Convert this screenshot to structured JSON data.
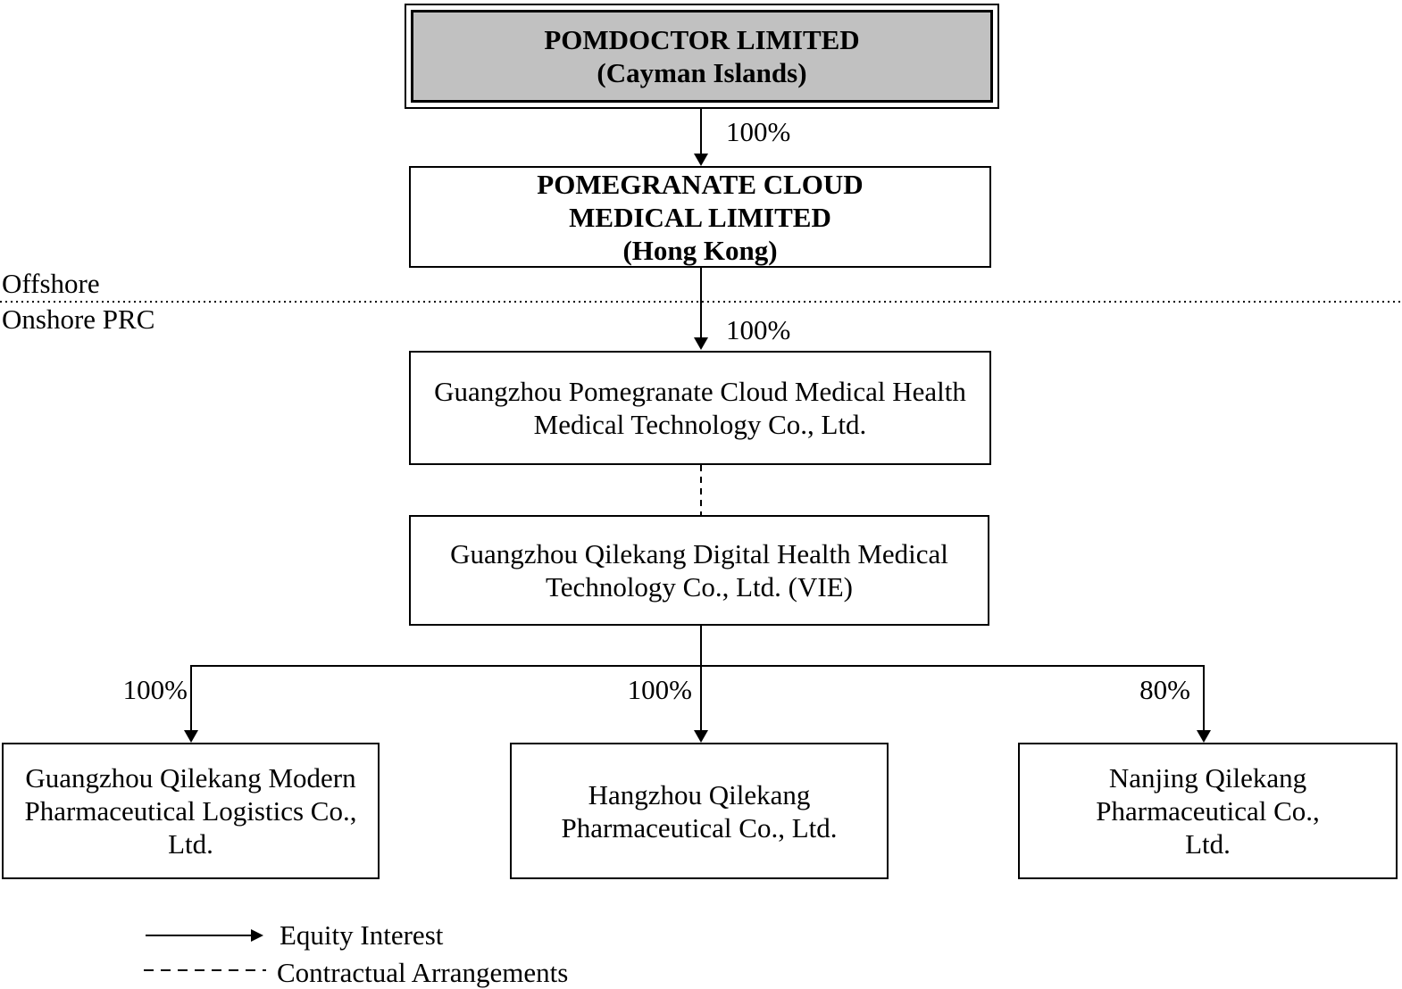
{
  "diagram": {
    "region_divider": {
      "offshore_label": "Offshore",
      "onshore_label": "Onshore PRC"
    },
    "nodes": {
      "parent": {
        "lines": [
          "POMDOCTOR LIMITED",
          "(Cayman Islands)"
        ]
      },
      "hk": {
        "lines": [
          "POMEGRANATE CLOUD",
          "MEDICAL LIMITED",
          "(Hong Kong)"
        ]
      },
      "wfoe": {
        "lines": [
          "Guangzhou Pomegranate Cloud Medical Health",
          "Medical Technology Co., Ltd."
        ]
      },
      "vie": {
        "lines": [
          "Guangzhou Qilekang Digital Health Medical",
          "Technology Co., Ltd. (VIE)"
        ]
      },
      "sub_logistics": {
        "lines": [
          "Guangzhou Qilekang Modern",
          "Pharmaceutical Logistics Co.,",
          "Ltd."
        ]
      },
      "sub_hangzhou": {
        "lines": [
          "Hangzhou Qilekang",
          "Pharmaceutical Co., Ltd."
        ]
      },
      "sub_nanjing": {
        "lines": [
          "Nanjing Qilekang",
          "Pharmaceutical Co.,",
          "Ltd."
        ]
      }
    },
    "ownership": {
      "parent_to_hk": "100%",
      "hk_to_wfoe": "100%",
      "vie_to_logistics": "100%",
      "vie_to_hangzhou": "100%",
      "vie_to_nanjing": "80%"
    },
    "legend": {
      "equity_label": "Equity Interest",
      "contractual_label": "Contractual Arrangements"
    },
    "colors": {
      "parent_fill": "#c1c1c1",
      "line": "#000000"
    }
  }
}
